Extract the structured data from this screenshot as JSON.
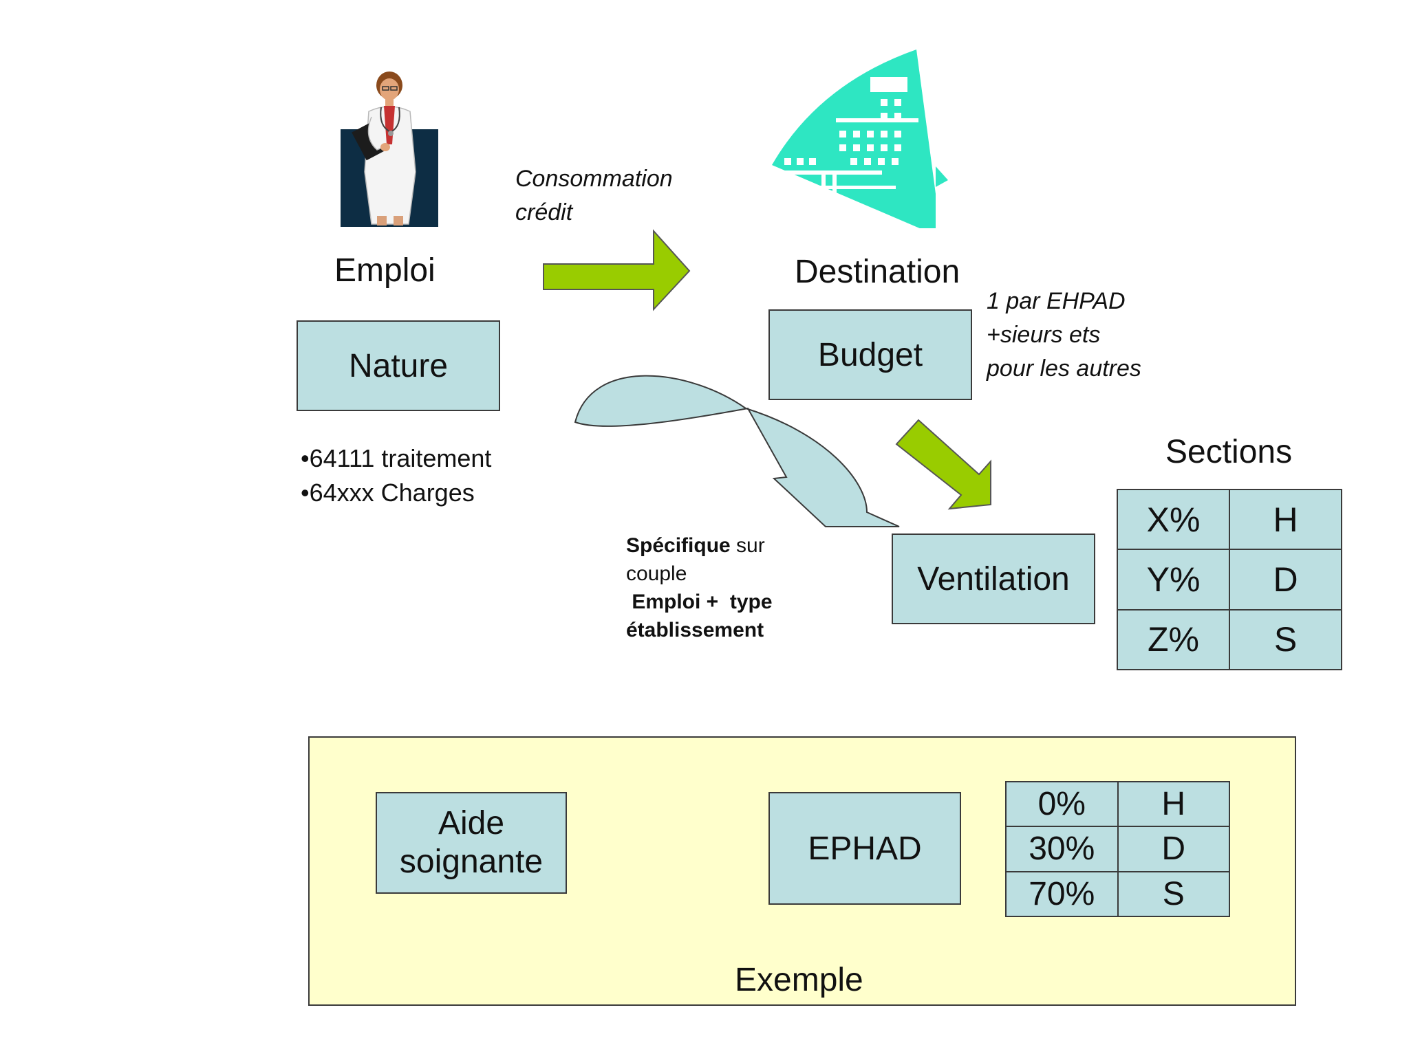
{
  "colors": {
    "box_fill": "#bcdfe1",
    "arrow_green": "#99cc00",
    "hospital_teal": "#2ee6c2",
    "example_panel": "#ffffcc",
    "doctor_bg": "#0d2d44"
  },
  "icons": {
    "doctor": "doctor-icon",
    "hospital": "hospital-building-icon"
  },
  "labels": {
    "emploi": "Emploi",
    "destination": "Destination",
    "sections": "Sections",
    "exemple": "Exemple"
  },
  "arrow_note": {
    "line1": "Consommation",
    "line2": "crédit"
  },
  "boxes": {
    "nature": "Nature",
    "budget": "Budget",
    "ventilation": "Ventilation"
  },
  "budget_note": {
    "line1": "1 par EHPAD",
    "line2": "+sieurs ets",
    "line3": "pour les autres"
  },
  "nature_items": [
    "•64111 traitement",
    "•64xxx Charges"
  ],
  "specifique": {
    "bold1": "Spécifique",
    "text1": " sur",
    "line2": "couple",
    "line3": " Emploi +  type",
    "line4": "établissement"
  },
  "sections_table": [
    [
      "X%",
      "H"
    ],
    [
      "Y%",
      "D"
    ],
    [
      "Z%",
      "S"
    ]
  ],
  "example": {
    "left_line1": "Aide",
    "left_line2": "soignante",
    "right_box": "EPHAD",
    "table": [
      [
        "0%",
        "H"
      ],
      [
        "30%",
        "D"
      ],
      [
        "70%",
        "S"
      ]
    ]
  }
}
